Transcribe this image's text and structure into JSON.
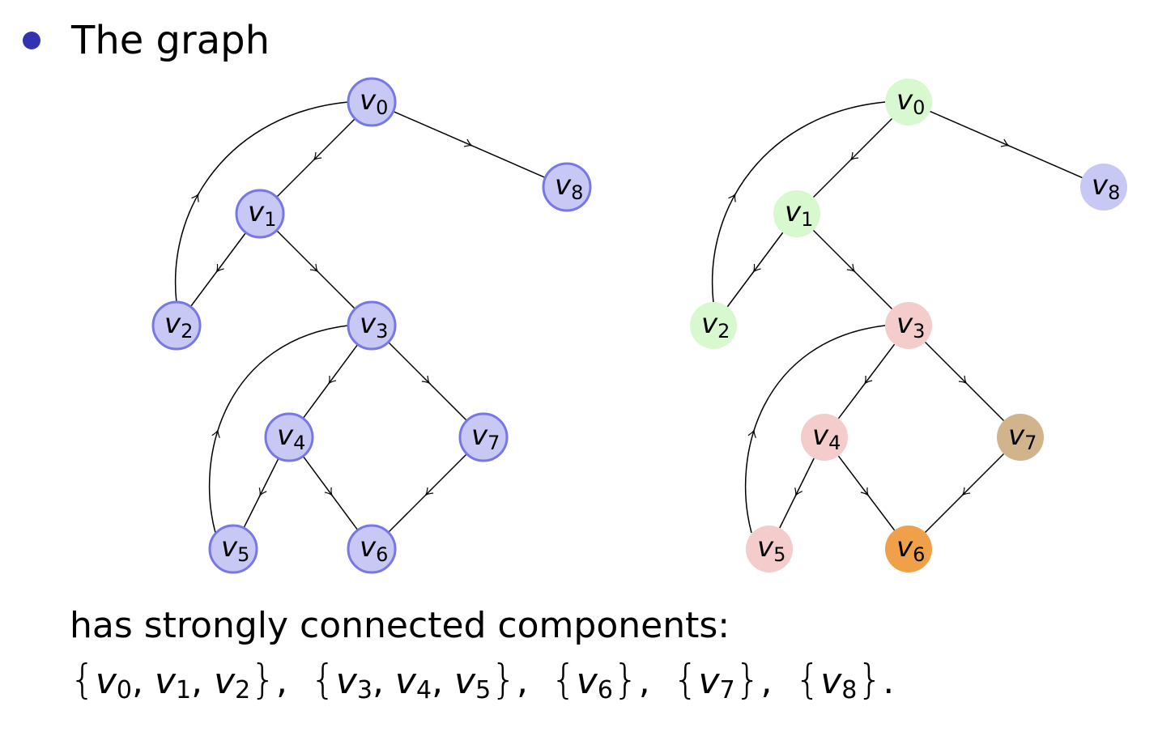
{
  "heading": {
    "bullet_text": "The graph"
  },
  "footer": {
    "line1": "has strongly connected components:",
    "components": [
      [
        "0",
        "1",
        "2"
      ],
      [
        "3",
        "4",
        "5"
      ],
      [
        "6"
      ],
      [
        "7"
      ],
      [
        "8"
      ]
    ]
  },
  "graphs": [
    {
      "id": "left",
      "nodes": [
        {
          "id": "v0",
          "sub": "0",
          "color": "#c8c8f4",
          "stroke": "#7777e6"
        },
        {
          "id": "v1",
          "sub": "1",
          "color": "#c8c8f4",
          "stroke": "#7777e6"
        },
        {
          "id": "v2",
          "sub": "2",
          "color": "#c8c8f4",
          "stroke": "#7777e6"
        },
        {
          "id": "v3",
          "sub": "3",
          "color": "#c8c8f4",
          "stroke": "#7777e6"
        },
        {
          "id": "v4",
          "sub": "4",
          "color": "#c8c8f4",
          "stroke": "#7777e6"
        },
        {
          "id": "v5",
          "sub": "5",
          "color": "#c8c8f4",
          "stroke": "#7777e6"
        },
        {
          "id": "v6",
          "sub": "6",
          "color": "#c8c8f4",
          "stroke": "#7777e6"
        },
        {
          "id": "v7",
          "sub": "7",
          "color": "#c8c8f4",
          "stroke": "#7777e6"
        },
        {
          "id": "v8",
          "sub": "8",
          "color": "#c8c8f4",
          "stroke": "#7777e6"
        }
      ]
    },
    {
      "id": "right",
      "nodes": [
        {
          "id": "v0",
          "sub": "0",
          "color": "#d8f8d0",
          "stroke": "none"
        },
        {
          "id": "v1",
          "sub": "1",
          "color": "#d8f8d0",
          "stroke": "none"
        },
        {
          "id": "v2",
          "sub": "2",
          "color": "#d8f8d0",
          "stroke": "none"
        },
        {
          "id": "v3",
          "sub": "3",
          "color": "#f4cccc",
          "stroke": "none"
        },
        {
          "id": "v4",
          "sub": "4",
          "color": "#f4cccc",
          "stroke": "none"
        },
        {
          "id": "v5",
          "sub": "5",
          "color": "#f4cccc",
          "stroke": "none"
        },
        {
          "id": "v6",
          "sub": "6",
          "color": "#f0a048",
          "stroke": "none"
        },
        {
          "id": "v7",
          "sub": "7",
          "color": "#d2b48c",
          "stroke": "none"
        },
        {
          "id": "v8",
          "sub": "8",
          "color": "#c8c8f4",
          "stroke": "none"
        }
      ]
    }
  ],
  "edges": [
    {
      "from": "v0",
      "to": "v1"
    },
    {
      "from": "v0",
      "to": "v8"
    },
    {
      "from": "v1",
      "to": "v2"
    },
    {
      "from": "v1",
      "to": "v3"
    },
    {
      "from": "v2",
      "to": "v0",
      "curved": true
    },
    {
      "from": "v3",
      "to": "v4"
    },
    {
      "from": "v3",
      "to": "v7"
    },
    {
      "from": "v4",
      "to": "v5"
    },
    {
      "from": "v4",
      "to": "v6"
    },
    {
      "from": "v5",
      "to": "v3",
      "curved": true
    },
    {
      "from": "v7",
      "to": "v6"
    }
  ]
}
